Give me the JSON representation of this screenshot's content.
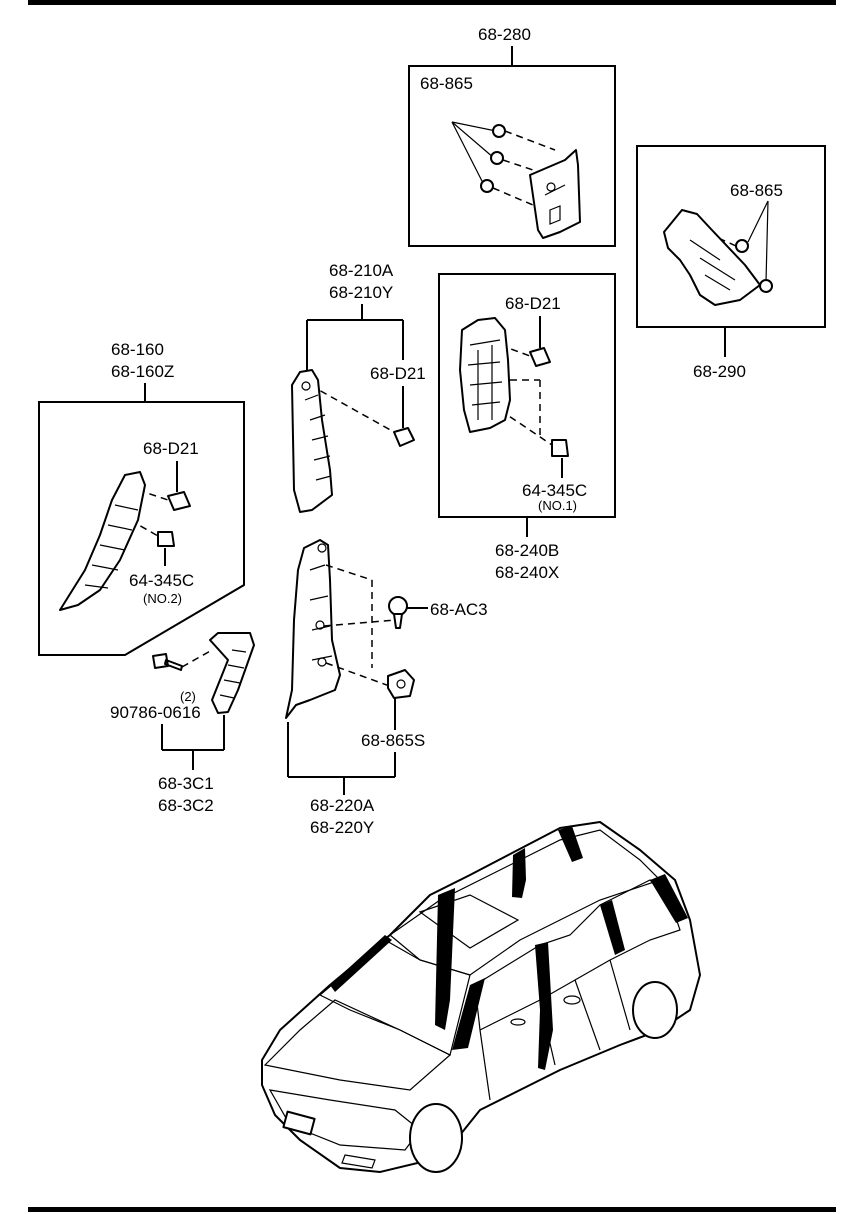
{
  "labels": {
    "p68_280": "68-280",
    "p68_865_a": "68-865",
    "p68_865_b": "68-865",
    "p68_290": "68-290",
    "p68_210A": "68-210A",
    "p68_210Y": "68-210Y",
    "p68_D21_a": "68-D21",
    "p68_D21_b": "68-D21",
    "p68_D21_c": "68-D21",
    "p64_345C_a": "64-345C",
    "no1": "(NO.1)",
    "p68_240B": "68-240B",
    "p68_240X": "68-240X",
    "p68_160": "68-160",
    "p68_160Z": "68-160Z",
    "p64_345C_b": "64-345C",
    "no2": "(NO.2)",
    "p68_AC3": "68-AC3",
    "qty2": "(2)",
    "p90786": "90786-0616",
    "p68_865S": "68-865S",
    "p68_3C1": "68-3C1",
    "p68_3C2": "68-3C2",
    "p68_220A": "68-220A",
    "p68_220Y": "68-220Y"
  }
}
